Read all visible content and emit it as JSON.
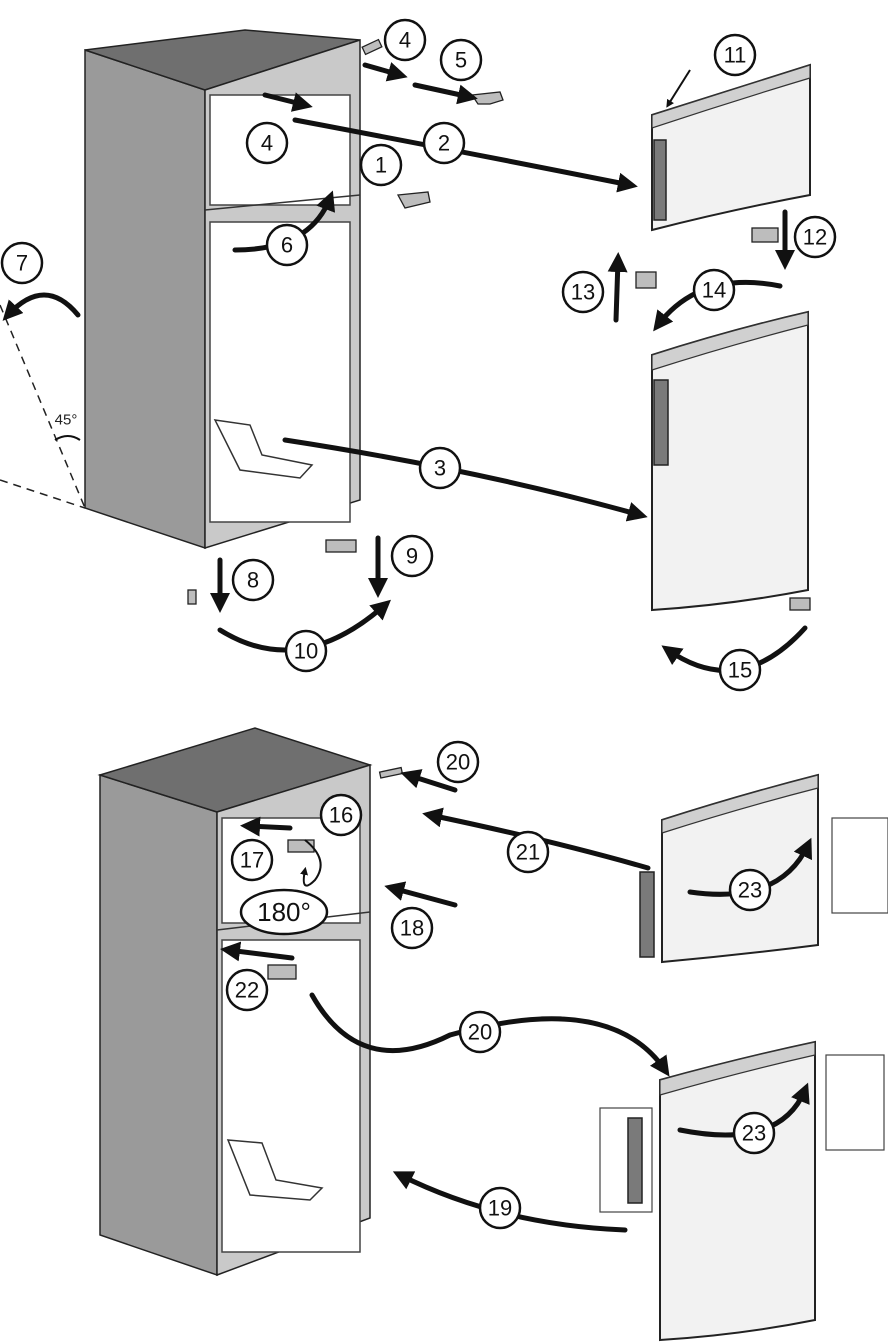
{
  "steps": {
    "s1": "1",
    "s2": "2",
    "s3": "3",
    "s4a": "4",
    "s4b": "4",
    "s5": "5",
    "s6": "6",
    "s7": "7",
    "s8": "8",
    "s9": "9",
    "s10": "10",
    "s11": "11",
    "s12": "12",
    "s13": "13",
    "s14": "14",
    "s15": "15",
    "s16": "16",
    "s17": "17",
    "s18": "18",
    "s19": "19",
    "s20a": "20",
    "s20b": "20",
    "s21": "21",
    "s22": "22",
    "s23a": "23",
    "s23b": "23"
  },
  "labels": {
    "angle": "45°",
    "rotation": "180°"
  }
}
